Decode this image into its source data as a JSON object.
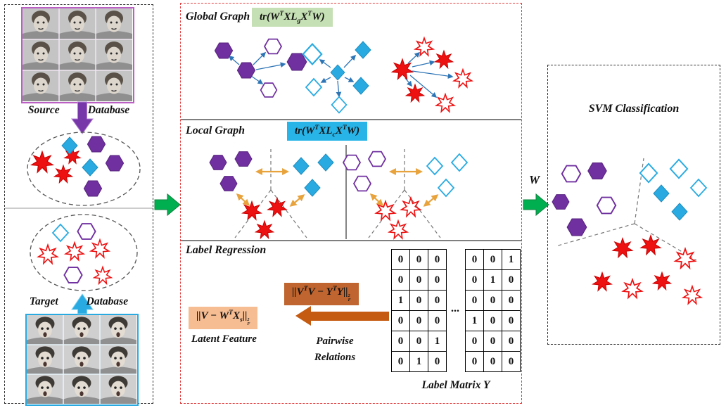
{
  "left_panel": {
    "source_label": {
      "word1": "Source",
      "word2": "Database"
    },
    "target_label": {
      "word1": "Target",
      "word2": "Database"
    }
  },
  "middle_panel": {
    "global": {
      "title": "Global Graph",
      "formula": [
        "tr(W",
        "T",
        "XL",
        "g",
        "X",
        "T",
        "W)"
      ]
    },
    "local": {
      "title": "Local Graph",
      "formula": [
        "tr(W",
        "T",
        "XL",
        "c",
        "X",
        "T",
        "W)"
      ]
    },
    "regression": {
      "title": "Label Regression",
      "pairwise_formula": [
        "||V",
        "T",
        "V − Y",
        "T",
        "Y||",
        "2",
        "F"
      ],
      "latent_formula": [
        "||V − W",
        "T",
        "X",
        "s",
        "||",
        "2",
        "F"
      ],
      "latent_label": "Latent Feature",
      "pairwise_label": [
        "Pairwise",
        "Relations"
      ],
      "matrix_caption": "Label Matrix Y",
      "ellipsis": "...",
      "matrix_left": [
        [
          "0",
          "0",
          "0"
        ],
        [
          "0",
          "0",
          "0"
        ],
        [
          "1",
          "0",
          "0"
        ],
        [
          "0",
          "0",
          "0"
        ],
        [
          "0",
          "0",
          "1"
        ],
        [
          "0",
          "1",
          "0"
        ]
      ],
      "matrix_right": [
        [
          "0",
          "0",
          "1"
        ],
        [
          "0",
          "1",
          "0"
        ],
        [
          "0",
          "0",
          "0"
        ],
        [
          "1",
          "0",
          "0"
        ],
        [
          "0",
          "0",
          "0"
        ],
        [
          "0",
          "0",
          "0"
        ]
      ]
    }
  },
  "right_panel": {
    "title": "SVM Classification"
  },
  "connectors": {
    "w_label": "W"
  },
  "colors": {
    "purple": "#7030A0",
    "cyan": "#29ABE2",
    "red": "#EE1111",
    "green_arrow": "#00B050",
    "orange_arrow": "#C55A11",
    "formula_green_bg": "#C5E0B4",
    "formula_cyan_bg": "#29B4E8",
    "formula_brown_bg": "#C0652F",
    "formula_peach_bg": "#F6BD93",
    "red_panel_border": "#e23b3b"
  }
}
